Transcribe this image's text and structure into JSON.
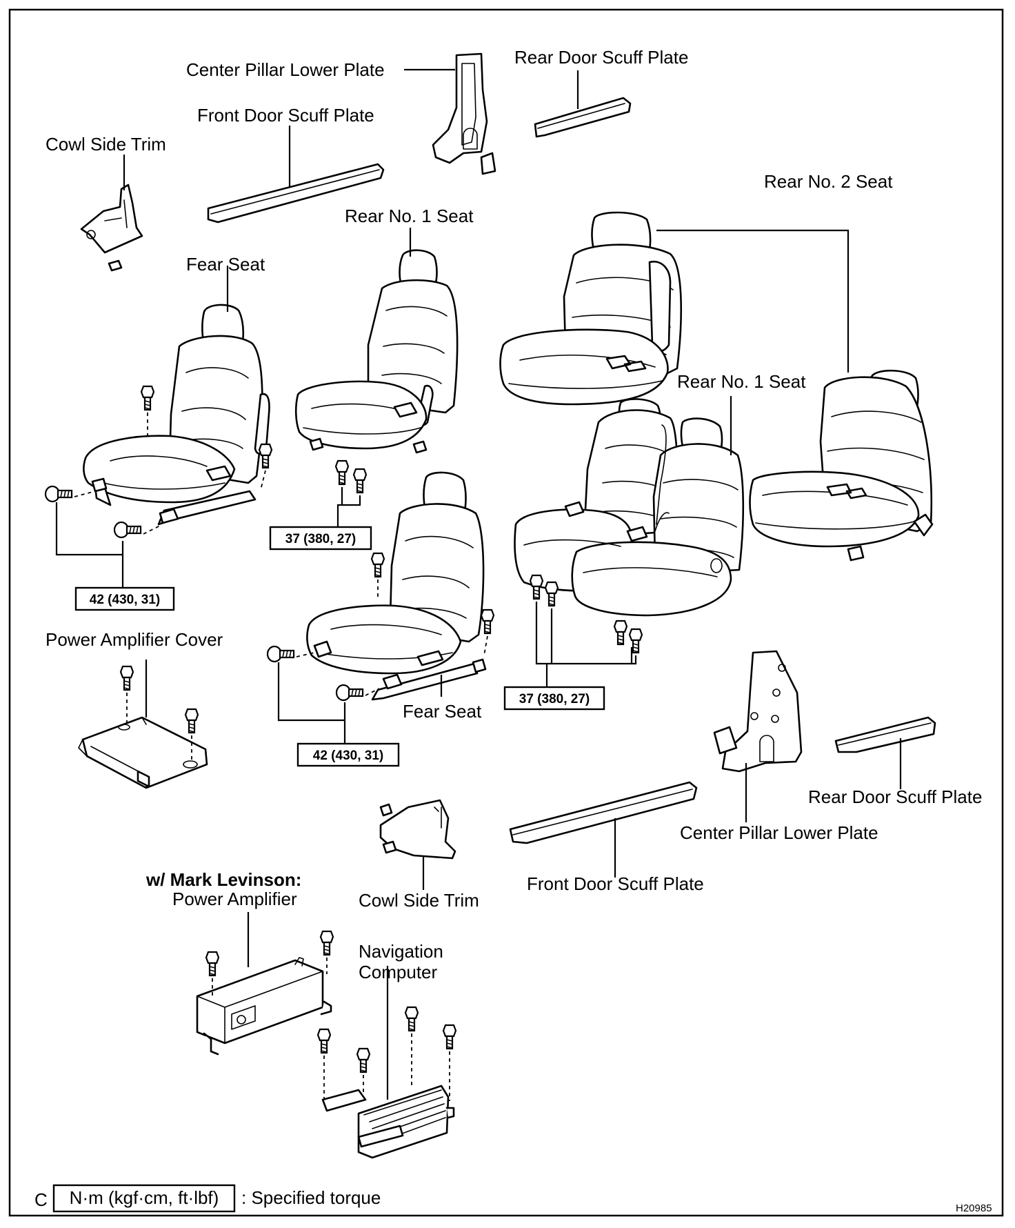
{
  "labels": {
    "center_pillar_lower_plate_top": "Center Pillar Lower Plate",
    "rear_door_scuff_plate_top": "Rear Door Scuff Plate",
    "front_door_scuff_plate_top": "Front Door Scuff Plate",
    "cowl_side_trim_top": "Cowl Side Trim",
    "rear_no2_seat": "Rear No. 2 Seat",
    "rear_no1_seat_top": "Rear No. 1 Seat",
    "fear_seat_left": "Fear Seat",
    "rear_no1_seat_right": "Rear No. 1 Seat",
    "power_amplifier_cover": "Power Amplifier Cover",
    "fear_seat_center": "Fear Seat",
    "rear_door_scuff_plate_bottom": "Rear Door Scuff Plate",
    "center_pillar_lower_plate_bottom": "Center Pillar Lower Plate",
    "front_door_scuff_plate_bottom": "Front Door Scuff Plate",
    "cowl_side_trim_bottom": "Cowl Side Trim",
    "mark_levinson": "w/ Mark Levinson:",
    "power_amplifier": "Power Amplifier",
    "navigation_line1": "Navigation",
    "navigation_line2": "Computer"
  },
  "torques": {
    "left_seat": "42 (430, 31)",
    "rear_no1_seat_top": "37 (380, 27)",
    "center_seat": "42 (430, 31)",
    "rear_no1_seat_right": "37 (380, 27)"
  },
  "legend": {
    "marker": "C",
    "unit": "N·m (kgf·cm, ft·lbf)",
    "description": ": Specified torque"
  },
  "figure_code": "H20985"
}
